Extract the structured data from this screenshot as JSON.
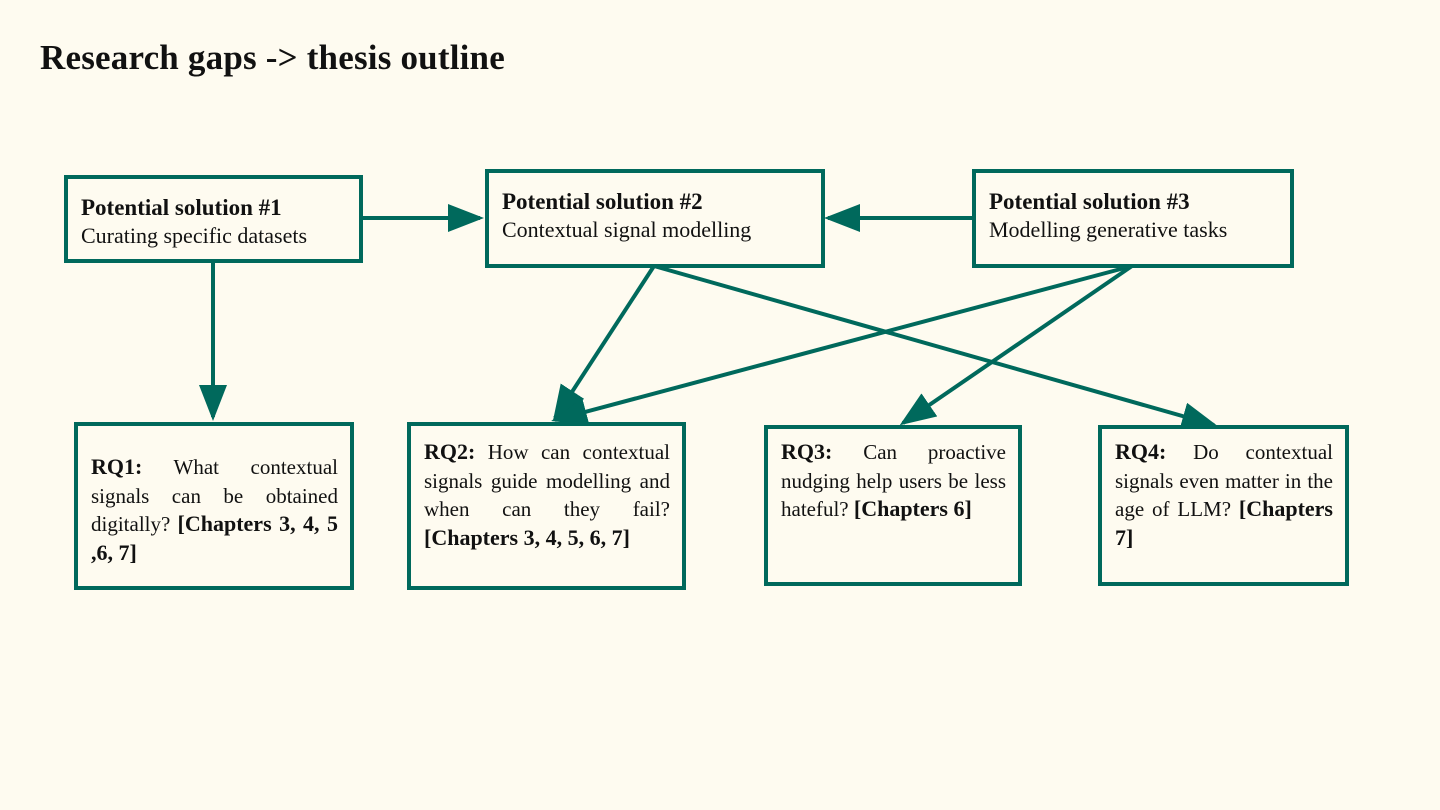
{
  "title": "Research gaps -> thesis outline",
  "colors": {
    "background": "#fefbf0",
    "accent": "#00695c",
    "text": "#111111"
  },
  "solutions": [
    {
      "heading": "Potential solution #1",
      "description": "Curating specific datasets"
    },
    {
      "heading": "Potential solution #2",
      "description": "Contextual signal modelling"
    },
    {
      "heading": "Potential solution #3",
      "description": "Modelling generative tasks"
    }
  ],
  "research_questions": [
    {
      "label": "RQ1:",
      "question": "What contextual signals can be obtained digitally?",
      "chapters": "[Chapters 3, 4, 5 ,6, 7]"
    },
    {
      "label": "RQ2:",
      "question": "How can contextual signals guide modelling and when can they fail?",
      "chapters": "[Chapters 3, 4, 5, 6, 7]"
    },
    {
      "label": "RQ3:",
      "question": "Can proactive nudging help users be less hateful?",
      "chapters": "[Chapters 6]"
    },
    {
      "label": "RQ4:",
      "question": "Do contextual signals even matter in the age of LLM?",
      "chapters": "[Chapters 7]"
    }
  ]
}
